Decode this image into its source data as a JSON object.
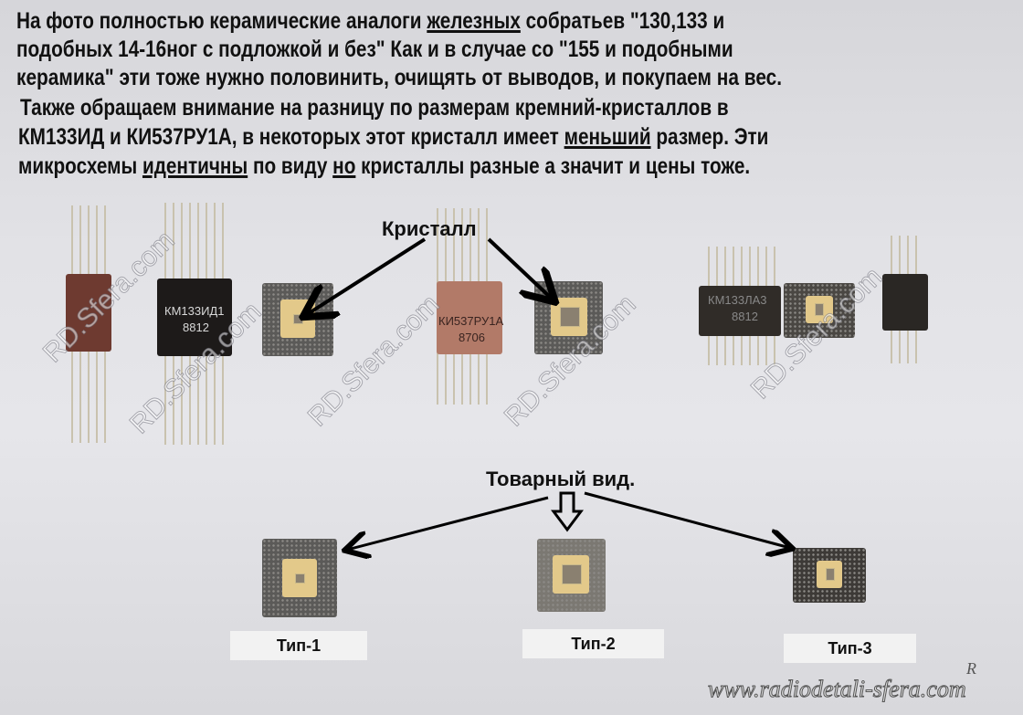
{
  "header": {
    "line1_a": "На фото полностью керамические аналоги ",
    "line1_u": "железных",
    "line1_b": " собратьев \"130,133 и",
    "line2": "подобных 14-16ног с подложкой и без\" Как и в случае со \"155 и подобными",
    "line3": "керамика\" эти тоже нужно половинить, очищять от выводов, и покупаем на вес.",
    "line4": "Также обращаем внимание на разницу по размерам кремний-кристаллов в",
    "line5_a": "КМ133ИД и КИ537РУ1А, в некоторых этот кристалл имеет ",
    "line5_u": "меньший",
    "line5_b": " размер. Эти",
    "line6_a": "микросхемы ",
    "line6_u1": "идентичны",
    "line6_b": " по виду ",
    "line6_u2": "но",
    "line6_c": " кристаллы разные  а значит и цены тоже."
  },
  "callouts": {
    "crystal": "Кристалл",
    "appearance": "Товарный вид."
  },
  "chips": {
    "chip1_name": "КМ133ИД1",
    "chip1_date": "8812",
    "chip2_name": "КИ537РУ1А",
    "chip2_date": "8706",
    "chip3_name": "КМ133ЛА3",
    "chip3_date": "8812"
  },
  "types": [
    "Тип-1",
    "Тип-2",
    "Тип-3"
  ],
  "watermark": "RD.Sfera.com",
  "site": "www.radiodetali-sfera.com",
  "signature": "R",
  "colors": {
    "text": "#111111",
    "arrow": "#000000"
  }
}
